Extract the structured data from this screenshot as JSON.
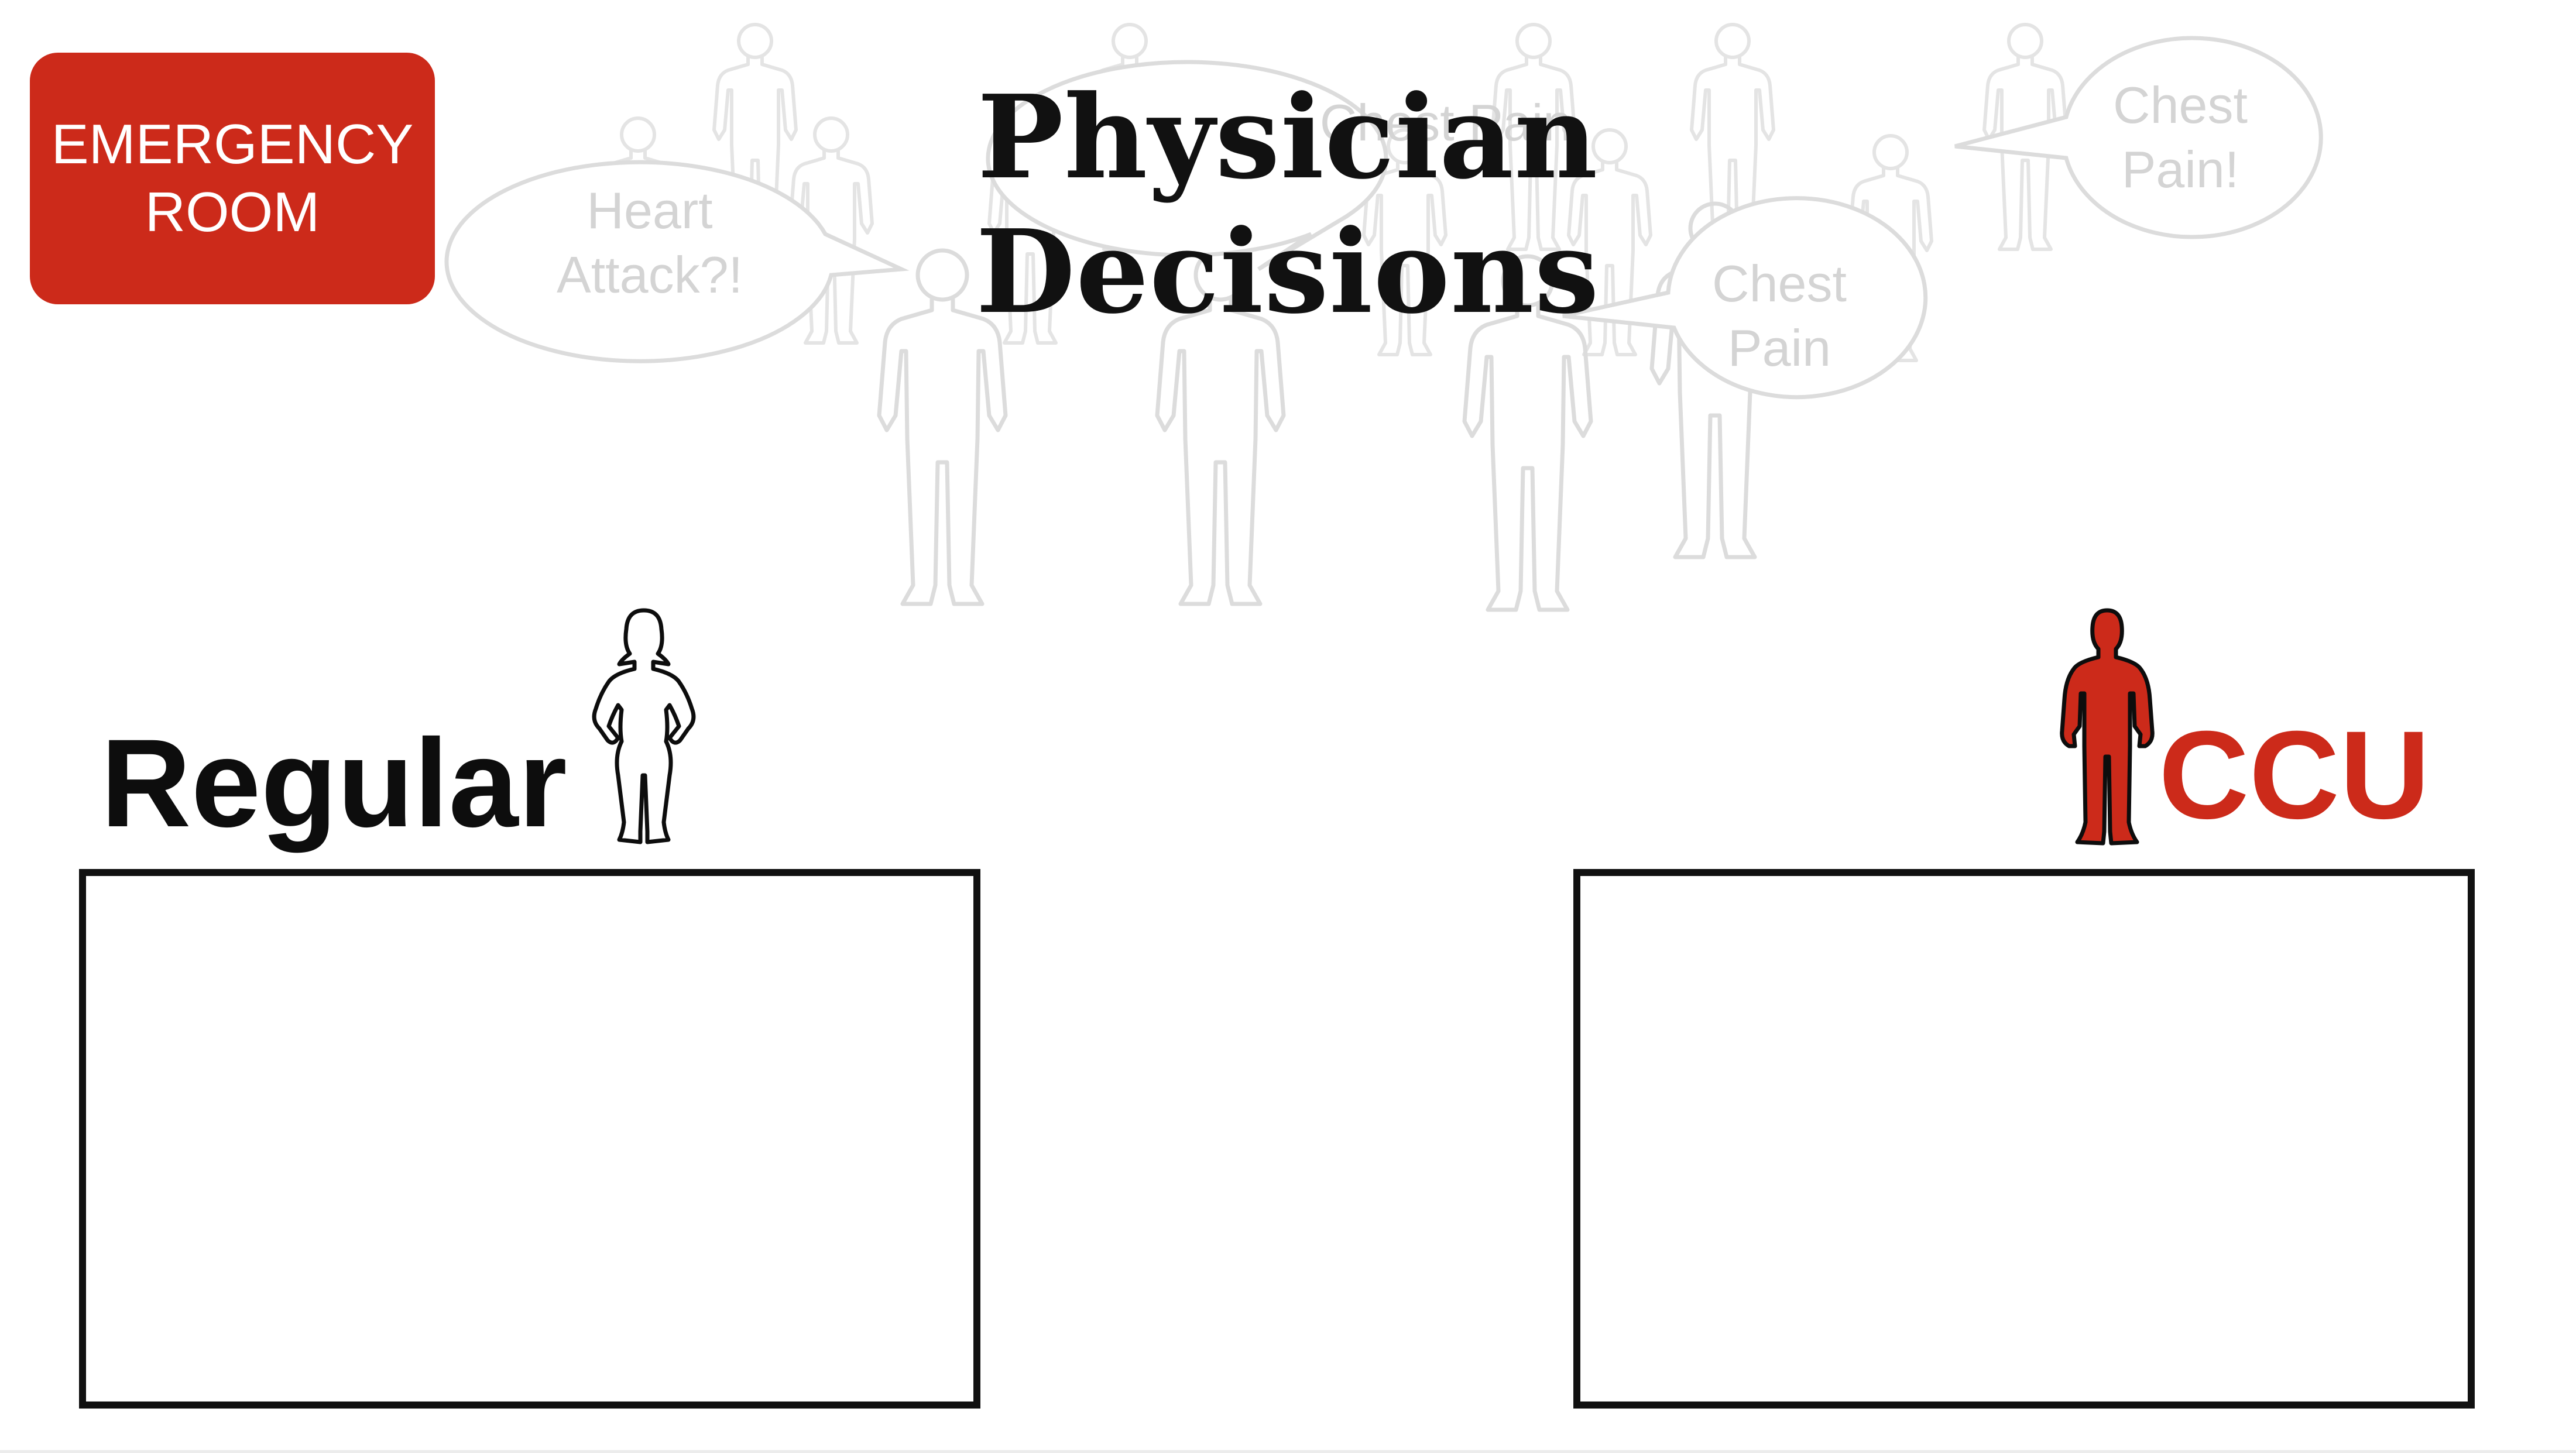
{
  "badge": {
    "line1": "EMERGENCY",
    "line2": "ROOM",
    "color": "#cc2a1a"
  },
  "title": "Physician Decisions",
  "background_bubbles": [
    {
      "line1": "Heart",
      "line2": "Attack?!"
    },
    {
      "line1": "Chest Pain",
      "line2": ""
    },
    {
      "line1": "Chest",
      "line2": "Pain"
    },
    {
      "line1": "Chest",
      "line2": "Pain!"
    }
  ],
  "regular": {
    "label": "Regular"
  },
  "ccu": {
    "label": "CCU",
    "color": "#cc2a1a"
  },
  "icons": {
    "regular_person": "woman-silhouette-icon",
    "ccu_person": "man-silhouette-icon"
  }
}
